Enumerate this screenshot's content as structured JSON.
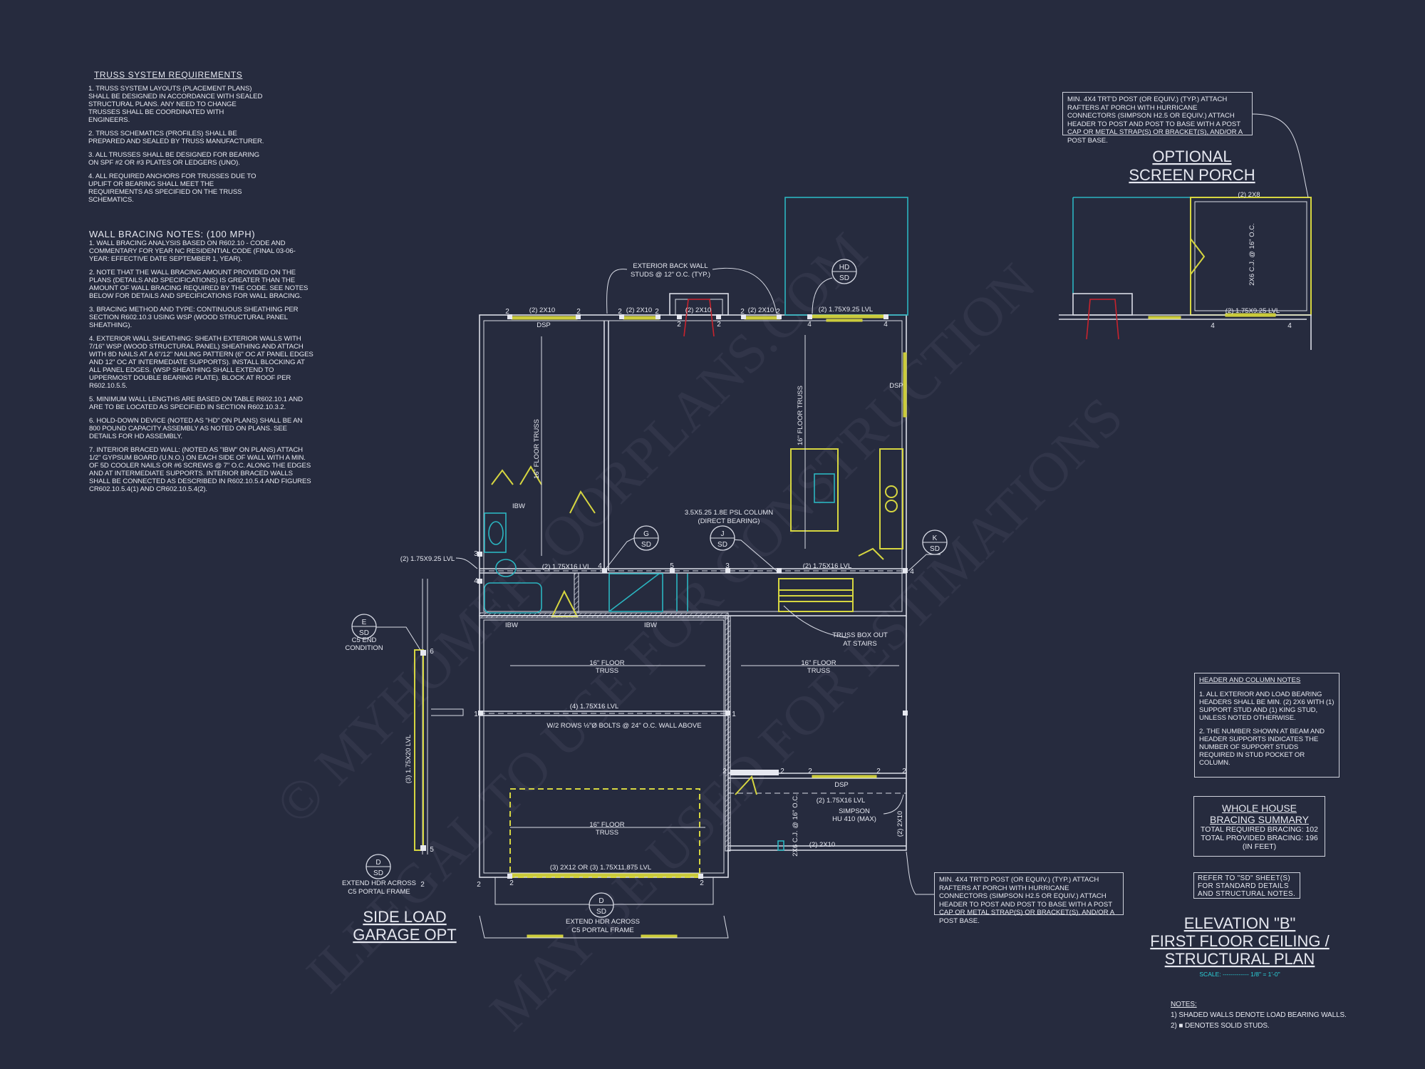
{
  "watermarks": [
    "© MyHomeFloorPlans.com",
    "ILLEGAL to use For Construction",
    "May be used for Estimations"
  ],
  "truss_notes": {
    "title": "TRUSS SYSTEM REQUIREMENTS",
    "items": [
      "1. TRUSS SYSTEM LAYOUTS (PLACEMENT PLANS) SHALL BE DESIGNED IN ACCORDANCE WITH SEALED STRUCTURAL PLANS. ANY NEED TO CHANGE TRUSSES SHALL BE COORDINATED WITH ENGINEERS.",
      "2. TRUSS SCHEMATICS (PROFILES) SHALL BE PREPARED AND SEALED BY TRUSS MANUFACTURER.",
      "3. ALL TRUSSES SHALL BE DESIGNED FOR BEARING ON SPF #2 OR #3 PLATES OR LEDGERS (UNO).",
      "4. ALL REQUIRED ANCHORS FOR TRUSSES DUE TO UPLIFT OR BEARING SHALL MEET THE REQUIREMENTS AS SPECIFIED ON THE TRUSS SCHEMATICS."
    ]
  },
  "wall_bracing_notes": {
    "title": "WALL BRACING NOTES: (100 MPH)",
    "items": [
      "1. WALL BRACING ANALYSIS BASED ON R602.10 - CODE AND COMMENTARY FOR YEAR NC RESIDENTIAL CODE (FINAL 03-06-YEAR: EFFECTIVE DATE SEPTEMBER 1, YEAR).",
      "2. NOTE THAT THE WALL BRACING AMOUNT PROVIDED ON THE PLANS (DETAILS AND SPECIFICATIONS) IS GREATER THAN THE AMOUNT OF WALL BRACING REQUIRED BY THE CODE. SEE NOTES BELOW FOR DETAILS AND SPECIFICATIONS FOR WALL BRACING.",
      "3. BRACING METHOD AND TYPE: CONTINUOUS SHEATHING PER SECTION R602.10.3 USING WSP (WOOD STRUCTURAL PANEL SHEATHING).",
      "4. EXTERIOR WALL SHEATHING: SHEATH EXTERIOR WALLS WITH 7/16\" WSP (WOOD STRUCTURAL PANEL) SHEATHING AND ATTACH WITH 8d NAILS AT A 6\"/12\" NAILING PATTERN (6\" OC AT PANEL EDGES AND 12\" OC AT INTERMEDIATE SUPPORTS). INSTALL BLOCKING AT ALL PANEL EDGES. (WSP SHEATHING SHALL EXTEND TO UPPERMOST DOUBLE BEARING PLATE). BLOCK AT ROOF PER R602.10.5.5.",
      "5. MINIMUM WALL LENGTHS ARE BASED ON TABLE R602.10.1 AND ARE TO BE LOCATED AS SPECIFIED IN SECTION R602.10.3.2.",
      "6. HOLD-DOWN DEVICE (NOTED AS \"HD\" ON PLANS) SHALL BE AN 800 POUND CAPACITY ASSEMBLY AS NOTED ON PLANS. SEE DETAILS FOR HD ASSEMBLY.",
      "7. INTERIOR BRACED WALL: (NOTED AS \"IBW\" ON PLANS) ATTACH 1/2\" GYPSUM BOARD (U.N.O.) ON EACH SIDE OF WALL WITH A MIN. OF 5d COOLER NAILS OR #6 SCREWS @ 7\" O.C. ALONG THE EDGES AND AT INTERMEDIATE SUPPORTS. INTERIOR BRACED WALLS SHALL BE CONNECTED AS DESCRIBED IN R602.10.5.4 AND FIGURES CR602.10.5.4(1) AND CR602.10.5.4(2)."
    ]
  },
  "porch_post_note_top": "MIN. 4X4 TRT'D POST (OR EQUIV.) (TYP.) ATTACH RAFTERS AT PORCH WITH HURRICANE CONNECTORS (SIMPSON H2.5 OR EQUIV.) ATTACH HEADER TO POST AND POST TO BASE WITH A POST CAP OR METAL STRAP(S) OR BRACKET(S), AND/OR A POST BASE.",
  "porch_post_note_bottom": "MIN. 4X4 TRT'D POST (OR EQUIV.) (TYP.) ATTACH RAFTERS AT PORCH WITH HURRICANE CONNECTORS (SIMPSON H2.5 OR EQUIV.) ATTACH HEADER TO POST AND POST TO BASE WITH A POST CAP OR METAL STRAP(S) OR BRACKET(S), AND/OR A POST BASE.",
  "screen_porch": {
    "title_1": "OPTIONAL",
    "title_2": "SCREEN PORCH",
    "labels": [
      "(2) 2x8",
      "2x6 C.J. @ 16\" O.C.",
      "(2) 1.75x9.25 LVL"
    ]
  },
  "header_column_notes": {
    "title": "HEADER AND COLUMN NOTES",
    "items": [
      "1. ALL EXTERIOR AND LOAD BEARING HEADERS SHALL BE MIN. (2) 2x6 WITH (1) SUPPORT STUD AND (1) KING STUD, UNLESS NOTED OTHERWISE.",
      "2. THE NUMBER SHOWN AT BEAM AND HEADER SUPPORTS INDICATES THE NUMBER OF SUPPORT STUDS REQUIRED IN STUD POCKET OR COLUMN."
    ]
  },
  "bracing_summary": {
    "title_1": "WHOLE HOUSE",
    "title_2": "BRACING SUMMARY",
    "required": "TOTAL REQUIRED BRACING: 102",
    "provided": "TOTAL PROVIDED BRACING: 196",
    "unit": "(IN FEET)"
  },
  "refer_note": "REFER TO \"SD\" SHEET(S) FOR STANDARD DETAILS AND STRUCTURAL NOTES.",
  "sheet_title": {
    "line_1": "ELEVATION \"B\"",
    "line_2": "FIRST FLOOR CEILING /",
    "line_3": "STRUCTURAL PLAN",
    "scale": "SCALE: ------------- 1/8\" = 1'-0\""
  },
  "plan_notes": {
    "title": "NOTES:",
    "items": [
      "1) SHADED WALLS DENOTE LOAD BEARING WALLS.",
      "2) ■ DENOTES SOLID STUDS."
    ]
  },
  "garage_option": {
    "line_1": "SIDE LOAD",
    "line_2": "GARAGE OPT"
  },
  "detail_tags": [
    {
      "top": "HD",
      "bottom": "SD"
    },
    {
      "top": "G",
      "bottom": "SD"
    },
    {
      "top": "J",
      "bottom": "SD"
    },
    {
      "top": "K",
      "bottom": "SD"
    },
    {
      "top": "E",
      "bottom": "SD"
    },
    {
      "top": "D",
      "bottom": "SD"
    },
    {
      "top": "D",
      "bottom": "SD"
    }
  ],
  "plan_labels": [
    "EXTERIOR BACK WALL",
    "STUDS @ 12\" O.C. (TYP.)",
    "(2) 2x10",
    "(2) 2x10",
    "(2) 2x10",
    "(2) 2x10",
    "(2) 1.75x9.25 LVL",
    "DSP",
    "DSP",
    "16\" FLOOR TRUSS",
    "16\" FLOOR TRUSS",
    "3.5x5.25 1.8E PSL COLUMN",
    "(DIRECT BEARING)",
    "(2) 1.75x9.25 LVL",
    "(2) 1.75x16 LVL",
    "(2) 1.75x16 LVL",
    "IBW",
    "IBW",
    "IBW",
    "TRUSS BOX OUT",
    "AT STAIRS",
    "16\" FLOOR",
    "TRUSS",
    "16\" FLOOR",
    "TRUSS",
    "(4) 1.75x16 LVL",
    "W/2 ROWS ½\"Ø BOLTS @ 24\" O.C.    WALL ABOVE",
    "DSP",
    "(2) 1.75x16 LVL",
    "SIMPSON",
    "HU 410 (MAX)",
    "2x6 C.J. @ 16\" O.C.",
    "(2) 2x10",
    "(2) 2x10",
    "16\" FLOOR",
    "TRUSS",
    "(3) 2x12 OR (3) 1.75x11.875 LVL",
    "(3) 1.75x20 LVL",
    "C5 END",
    "CONDITION",
    "EXTEND HDR ACROSS",
    "C5 PORTAL FRAME",
    "EXTEND HDR ACROSS",
    "C5 PORTAL FRAME"
  ],
  "stud_counts": [
    "2",
    "2",
    "2",
    "2",
    "2",
    "2",
    "2",
    "2",
    "4",
    "4",
    "3",
    "4",
    "4",
    "5",
    "3",
    "4",
    "1",
    "1",
    "2",
    "2",
    "2",
    "2",
    "2",
    "6",
    "5",
    "2",
    "2",
    "2",
    "2",
    "4",
    "4"
  ],
  "colors": {
    "background": "#262b3e",
    "lines": "#d9dce6",
    "beam_yellow": "#d6d640",
    "fixture_cyan": "#2bb5c0",
    "fireplace_red": "#c8232d"
  }
}
